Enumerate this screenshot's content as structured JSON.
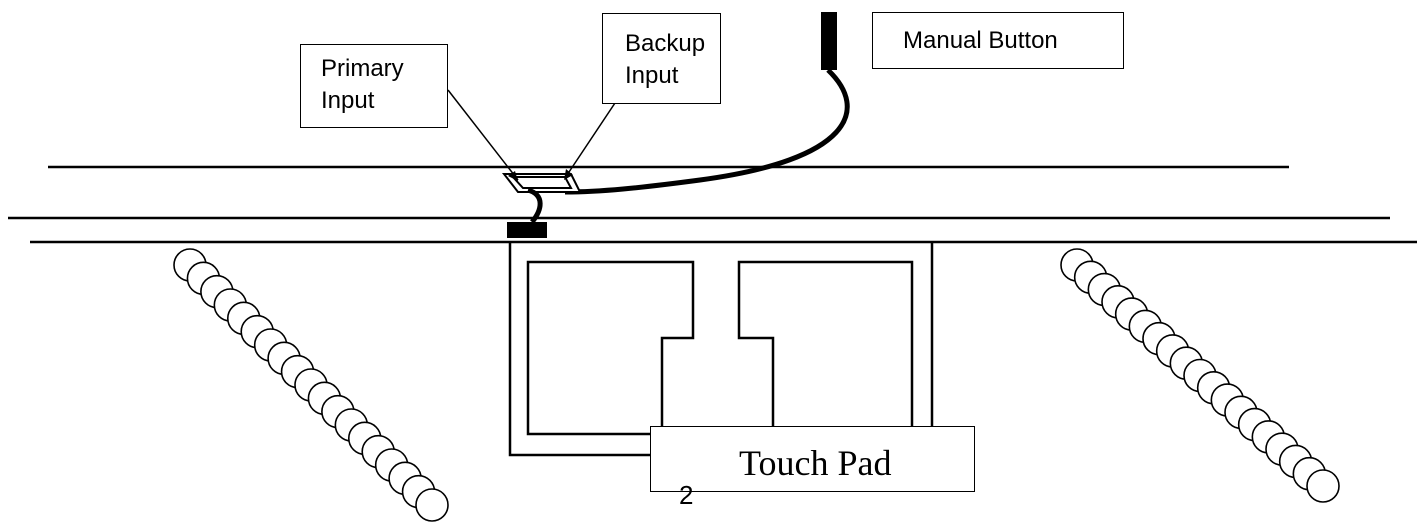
{
  "labels": {
    "primary_input": "Primary\nInput",
    "backup_input": "Backup\nInput",
    "manual_button": "Manual Button",
    "touch_pad": "Touch Pad"
  },
  "page_number": "2",
  "colors": {
    "ink": "#000000",
    "background": "#ffffff"
  }
}
